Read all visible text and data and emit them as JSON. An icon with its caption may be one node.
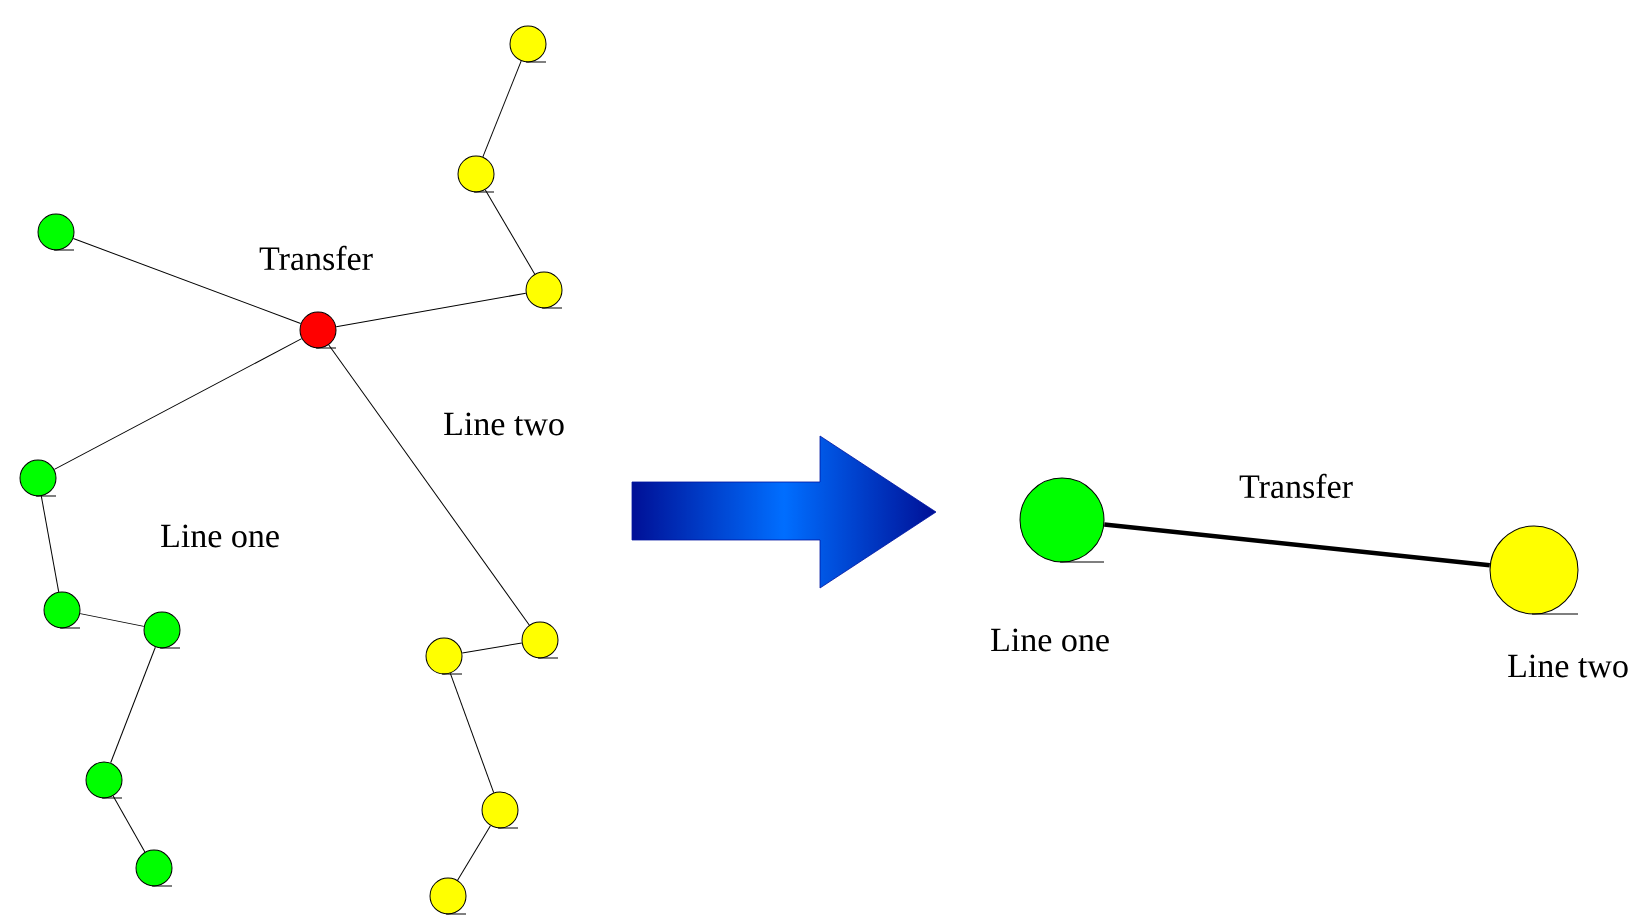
{
  "diagram": {
    "nodes": [
      {
        "text": [],
        "shape": "circle"
      },
      {
        "text": [],
        "shape": "circle"
      },
      {
        "text": [],
        "shape": "circle"
      },
      {
        "text": [],
        "shape": "circle"
      },
      {
        "text": [],
        "shape": "circle"
      },
      {
        "text": [],
        "shape": "circle"
      },
      {
        "text": [],
        "shape": "circle"
      },
      {
        "text": [],
        "shape": "circle"
      },
      {
        "text": [],
        "shape": "circle"
      },
      {
        "text": [],
        "shape": "circle"
      },
      {
        "text": [],
        "shape": "circle"
      },
      {
        "text": [],
        "shape": "circle"
      },
      {
        "text": [],
        "shape": "circle"
      },
      {
        "text": [],
        "shape": "circle"
      },
      {
        "text": [],
        "shape": "circle",
        "beside": [
          "Line one"
        ]
      },
      {
        "text": [],
        "shape": "circle",
        "beside": [
          "Line two"
        ]
      }
    ],
    "edges": [
      {
        "from": 2,
        "to": 4,
        "arrow": "none"
      },
      {
        "from": 4,
        "to": 5,
        "arrow": "none"
      },
      {
        "from": 5,
        "to": 6,
        "arrow": "none"
      },
      {
        "from": 6,
        "to": 7,
        "arrow": "none"
      },
      {
        "from": 7,
        "to": 10,
        "arrow": "none"
      },
      {
        "from": 10,
        "to": 12,
        "arrow": "none"
      },
      {
        "from": 4,
        "to": 3,
        "arrow": "none"
      },
      {
        "from": 3,
        "to": 1,
        "arrow": "none"
      },
      {
        "from": 1,
        "to": 0,
        "arrow": "none"
      },
      {
        "from": 4,
        "to": 8,
        "arrow": "none"
      },
      {
        "from": 8,
        "to": 9,
        "arrow": "none"
      },
      {
        "from": 9,
        "to": 11,
        "arrow": "none"
      },
      {
        "from": 11,
        "to": 13,
        "arrow": "none"
      },
      {
        "from": 14,
        "to": 15,
        "arrow": "none",
        "label": "Transfer",
        "style": "thick"
      }
    ],
    "labels": [
      "Transfer",
      "Line two",
      "Line one"
    ]
  }
}
